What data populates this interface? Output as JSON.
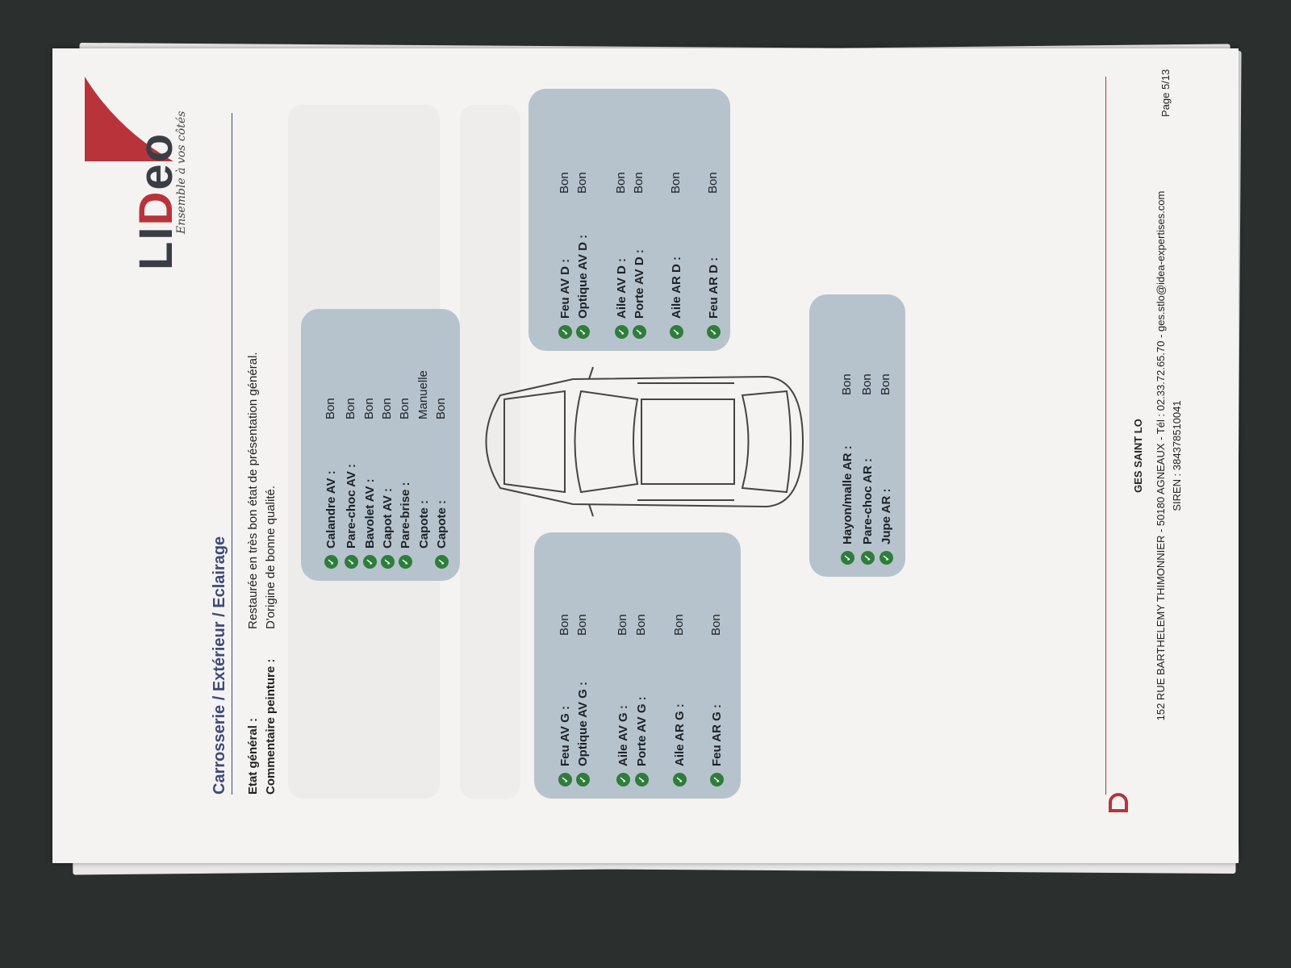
{
  "logo": {
    "brand": "LIDEO",
    "brand_part1": "LI",
    "brand_part2": "D",
    "brand_part3": "eo",
    "tagline": "Ensemble à vos côtés",
    "accent": "#b8343a"
  },
  "section_title": "Carrosserie / Extérieur / Eclairage",
  "summary": [
    {
      "label": "Etat général :",
      "value": "Restaurée en très bon état de présentation général."
    },
    {
      "label": "Commentaire peinture :",
      "value": "D'origine de bonne qualité."
    }
  ],
  "panels": {
    "front": [
      {
        "label": "Calandre AV :",
        "value": "Bon",
        "check": true
      },
      {
        "label": "Pare-choc AV :",
        "value": "Bon",
        "check": true
      },
      {
        "label": "Bavolet AV :",
        "value": "Bon",
        "check": true
      },
      {
        "label": "Capot AV :",
        "value": "Bon",
        "check": true
      },
      {
        "label": "Pare-brise :",
        "value": "Bon",
        "check": true
      },
      {
        "label": "Capote :",
        "value": "Manuelle",
        "check": false
      },
      {
        "label": "Capote :",
        "value": "Bon",
        "check": true
      }
    ],
    "left": [
      {
        "label": "Feu AV G :",
        "value": "Bon"
      },
      {
        "label": "Optique AV G :",
        "value": "Bon"
      },
      {
        "label": "Aile AV G :",
        "value": "Bon"
      },
      {
        "label": "Porte AV G :",
        "value": "Bon"
      },
      {
        "label": "Aile AR G :",
        "value": "Bon"
      },
      {
        "label": "Feu AR G :",
        "value": "Bon"
      }
    ],
    "right": [
      {
        "label": "Feu AV D :",
        "value": "Bon"
      },
      {
        "label": "Optique AV D :",
        "value": "Bon"
      },
      {
        "label": "Aile AV D :",
        "value": "Bon"
      },
      {
        "label": "Porte AV D :",
        "value": "Bon"
      },
      {
        "label": "Aile AR D :",
        "value": "Bon"
      },
      {
        "label": "Feu AR D :",
        "value": "Bon"
      }
    ],
    "rear": [
      {
        "label": "Hayon/malle AR :",
        "value": "Bon"
      },
      {
        "label": "Pare-choc AR :",
        "value": "Bon"
      },
      {
        "label": "Jupe AR :",
        "value": "Bon"
      }
    ]
  },
  "footer": {
    "company": "GES SAINT LO",
    "address": "152 RUE BARTHELEMY THIMONNIER - 50180 AGNEAUX - Tél : 02.33.72.65.70 - ges.stlo@idea-expertises.com",
    "siren": "SIREN : 384378510041",
    "page": "Page 5/13"
  },
  "colors": {
    "panel": "#b6c3cc",
    "check": "#2e7d3b",
    "title": "#3e4a78"
  }
}
